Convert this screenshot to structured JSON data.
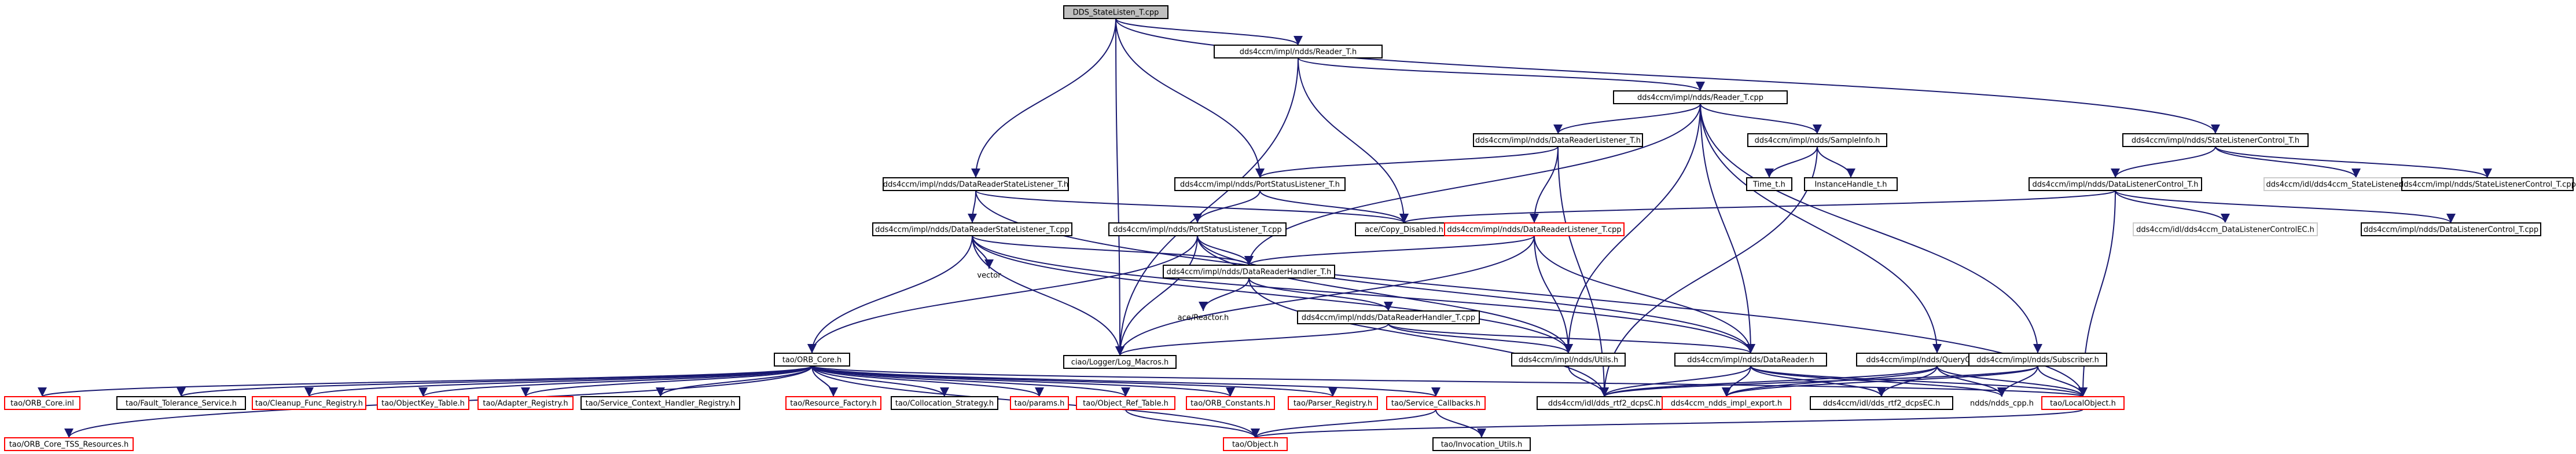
{
  "title": "DDS_StateListen_T.cpp include dependency graph",
  "colors": {
    "edge": "#191970",
    "root_fill": "#bfbfbf",
    "missing_border": "#ff0000",
    "external_border": "#cccccc"
  },
  "nodes": {
    "root": "DDS_StateListen_T.cpp",
    "reader_t_h": "dds4ccm/impl/ndds/Reader_T.h",
    "reader_t_cpp": "dds4ccm/impl/ndds/Reader_T.cpp",
    "statelistenercontrol_t_h": "dds4ccm/impl/ndds/StateListenerControl_T.h",
    "datareaderlistener_t_h": "dds4ccm/impl/ndds/DataReaderListener_T.h",
    "sampleinfo_h": "dds4ccm/impl/ndds/SampleInfo.h",
    "time_t_h": "Time_t.h",
    "instancehandle_t_h": "InstanceHandle_t.h",
    "datareaderstatelistener_t_h": "dds4ccm/impl/ndds/DataReaderStateListener_T.h",
    "portstatuslistener_t_h": "dds4ccm/impl/ndds/PortStatusListener_T.h",
    "copy_disabled_h": "ace/Copy_Disabled.h",
    "datareaderlistener_t_cpp": "dds4ccm/impl/ndds/DataReaderListener_T.cpp",
    "datalistenercontrol_t_h": "dds4ccm/impl/ndds/DataListenerControl_T.h",
    "statelistenercontrolec_h": "dds4ccm/idl/dds4ccm_StateListenerControlEC.h",
    "statelistenercontrol_t_cpp": "dds4ccm/impl/ndds/StateListenerControl_T.cpp",
    "datareaderstatelistener_t_cpp": "dds4ccm/impl/ndds/DataReaderStateListener_T.cpp",
    "portstatuslistener_t_cpp": "dds4ccm/impl/ndds/PortStatusListener_T.cpp",
    "datalistenercontrolec_h": "dds4ccm/idl/dds4ccm_DataListenerControlEC.h",
    "datalistenercontrol_t_cpp": "dds4ccm/impl/ndds/DataListenerControl_T.cpp",
    "vector": "vector",
    "datareaderhandler_t_h": "dds4ccm/impl/ndds/DataReaderHandler_T.h",
    "ace_reactor_h": "ace/Reactor.h",
    "datareaderhandler_t_cpp": "dds4ccm/impl/ndds/DataReaderHandler_T.cpp",
    "log_macros_h": "ciao/Logger/Log_Macros.h",
    "orb_core_h": "tao/ORB_Core.h",
    "utils_h": "dds4ccm/impl/ndds/Utils.h",
    "datareader_h": "dds4ccm/impl/ndds/DataReader.h",
    "querycondition_h": "dds4ccm/impl/ndds/QueryCondition.h",
    "subscriber_h": "dds4ccm/impl/ndds/Subscriber.h",
    "orb_core_inl": "tao/ORB_Core.inl",
    "fault_tolerance_service_h": "tao/Fault_Tolerance_Service.h",
    "cleanup_func_registry_h": "tao/Cleanup_Func_Registry.h",
    "objectkey_table_h": "tao/ObjectKey_Table.h",
    "adapter_registry_h": "tao/Adapter_Registry.h",
    "service_context_handler_registry_h": "tao/Service_Context_Handler_Registry.h",
    "resource_factory_h": "tao/Resource_Factory.h",
    "collocation_strategy_h": "tao/Collocation_Strategy.h",
    "params_h": "tao/params.h",
    "object_ref_table_h": "tao/Object_Ref_Table.h",
    "orb_constants_h": "tao/ORB_Constants.h",
    "parser_registry_h": "tao/Parser_Registry.h",
    "service_callbacks_h": "tao/Service_Callbacks.h",
    "dds_rtf2_dcpsc_h": "dds4ccm/idl/dds_rtf2_dcpsC.h",
    "dds4ccm_ndds_impl_export_h": "dds4ccm_ndds_impl_export.h",
    "dds_rtf2_dcpsec_h": "dds4ccm/idl/dds_rtf2_dcpsEC.h",
    "ndds_ndds_cpp_h": "ndds/ndds_cpp.h",
    "localobject_h": "tao/LocalObject.h",
    "orb_core_tss_resources_h": "tao/ORB_Core_TSS_Resources.h",
    "object_h": "tao/Object.h",
    "invocation_utils_h": "tao/Invocation_Utils.h"
  }
}
